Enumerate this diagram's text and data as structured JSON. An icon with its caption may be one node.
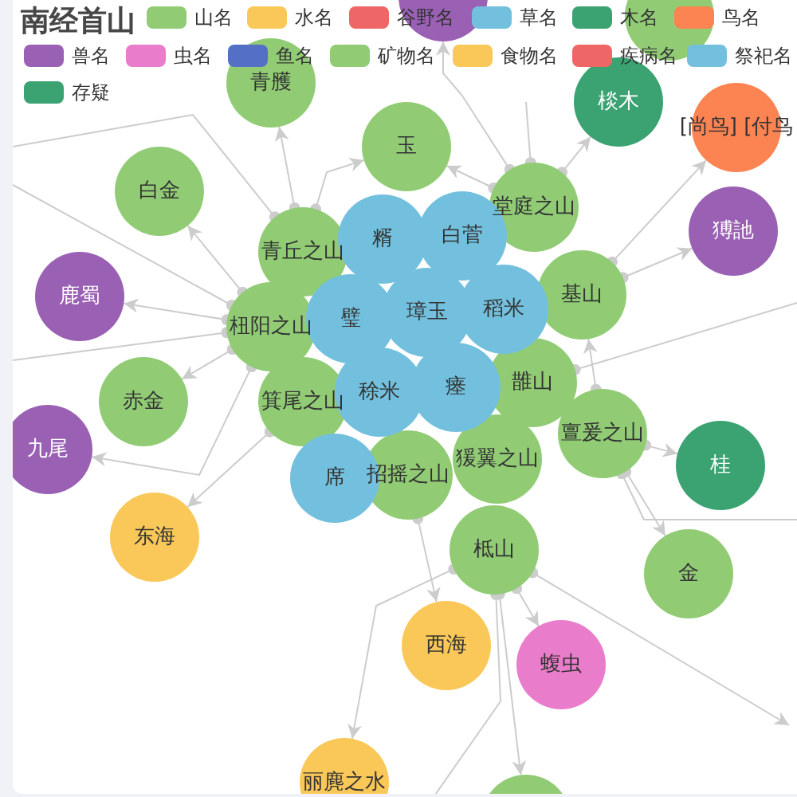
{
  "diagram": {
    "title": "南经首山",
    "nodes": [
      {
        "text": [],
        "shape": "circle"
      },
      {
        "text": [],
        "shape": "circle"
      },
      {
        "text": [
          "青雘"
        ]
      },
      {
        "text": [
          "棪木"
        ]
      },
      {
        "text": [
          "[尚鸟] [付鸟"
        ]
      },
      {
        "text": [
          "玉"
        ]
      },
      {
        "text": [
          "白金"
        ]
      },
      {
        "text": [
          "猼訑"
        ]
      },
      {
        "text": [
          "堂庭之山"
        ]
      },
      {
        "text": [
          "白菅"
        ]
      },
      {
        "text": [
          "糈"
        ]
      },
      {
        "text": [
          "青丘之山"
        ]
      },
      {
        "text": [
          "鹿蜀"
        ]
      },
      {
        "text": [
          "基山"
        ]
      },
      {
        "text": [
          "杻阳之山"
        ]
      },
      {
        "text": [
          "璧"
        ]
      },
      {
        "text": [
          "璋玉"
        ]
      },
      {
        "text": [
          "稻米"
        ]
      },
      {
        "text": [
          "箕尾之山"
        ]
      },
      {
        "text": [
          "赤金"
        ]
      },
      {
        "text": [
          "䧿山"
        ]
      },
      {
        "text": [
          "瘗"
        ]
      },
      {
        "text": [
          "稌米"
        ]
      },
      {
        "text": [
          "亶爰之山"
        ]
      },
      {
        "text": [
          "九尾"
        ]
      },
      {
        "text": [
          "猨翼之山"
        ]
      },
      {
        "text": [
          "招摇之山"
        ]
      },
      {
        "text": [
          "席"
        ]
      },
      {
        "text": [
          "桂"
        ]
      },
      {
        "text": [
          "柢山"
        ]
      },
      {
        "text": [
          "东海"
        ]
      },
      {
        "text": [
          "金"
        ]
      },
      {
        "text": [
          "西海"
        ]
      },
      {
        "text": [
          "蝮虫"
        ]
      },
      {
        "text": [
          "丽麂之水"
        ]
      },
      {
        "text": [],
        "shape": "circle"
      }
    ],
    "edges": [
      {
        "from": 11,
        "to": 2,
        "arrow": "to"
      },
      {
        "from": 11,
        "to": null,
        "arrow": "other"
      },
      {
        "from": 11,
        "to": 5,
        "arrow": "to"
      },
      {
        "from": 8,
        "to": 5,
        "arrow": "to"
      },
      {
        "from": 8,
        "to": 0,
        "arrow": "to"
      },
      {
        "from": 8,
        "to": 3,
        "arrow": "to"
      },
      {
        "from": 8,
        "to": null,
        "arrow": "other"
      },
      {
        "from": 13,
        "to": 4,
        "arrow": "to"
      },
      {
        "from": 13,
        "to": 7,
        "arrow": "to"
      },
      {
        "from": 14,
        "to": 6,
        "arrow": "to"
      },
      {
        "from": 14,
        "to": 12,
        "arrow": "to"
      },
      {
        "from": 14,
        "to": 19,
        "arrow": "to"
      },
      {
        "from": 14,
        "to": 24,
        "arrow": "to"
      },
      {
        "from": 14,
        "to": null,
        "arrow": "other"
      },
      {
        "from": 14,
        "to": null,
        "arrow": "other"
      },
      {
        "from": 18,
        "to": 30,
        "arrow": "to"
      },
      {
        "from": 23,
        "to": 13,
        "arrow": "to"
      },
      {
        "from": 20,
        "to": null,
        "arrow": "other"
      },
      {
        "from": 23,
        "to": 28,
        "arrow": "to"
      },
      {
        "from": 23,
        "to": null,
        "arrow": "other"
      },
      {
        "from": 23,
        "to": 31,
        "arrow": "to"
      },
      {
        "from": 26,
        "to": 32,
        "arrow": "to"
      },
      {
        "from": 29,
        "to": 33,
        "arrow": "to"
      },
      {
        "from": 29,
        "to": 34,
        "arrow": "to"
      },
      {
        "from": 29,
        "to": null,
        "arrow": "other"
      },
      {
        "from": 29,
        "to": null,
        "arrow": "to"
      },
      {
        "from": 29,
        "to": 35,
        "arrow": "to"
      }
    ],
    "legend": [
      {
        "text": "山名",
        "color": "#91cc75"
      },
      {
        "text": "水名",
        "color": "#fac858"
      },
      {
        "text": "谷野名",
        "color": "#ee6666"
      },
      {
        "text": "草名",
        "color": "#73c0de"
      },
      {
        "text": "木名",
        "color": "#3ba272"
      },
      {
        "text": "鸟名",
        "color": "#fc8452"
      },
      {
        "text": "兽名",
        "color": "#9a60b4"
      },
      {
        "text": "虫名",
        "color": "#ea7ccc"
      },
      {
        "text": "鱼名",
        "color": "#5470c6"
      },
      {
        "text": "矿物名",
        "color": "#91cc75"
      },
      {
        "text": "食物名",
        "color": "#fac858"
      },
      {
        "text": "疾病名",
        "color": "#ee6666"
      },
      {
        "text": "祭祀名",
        "color": "#73c0de"
      },
      {
        "text": "存疑",
        "color": "#3ba272"
      }
    ]
  }
}
